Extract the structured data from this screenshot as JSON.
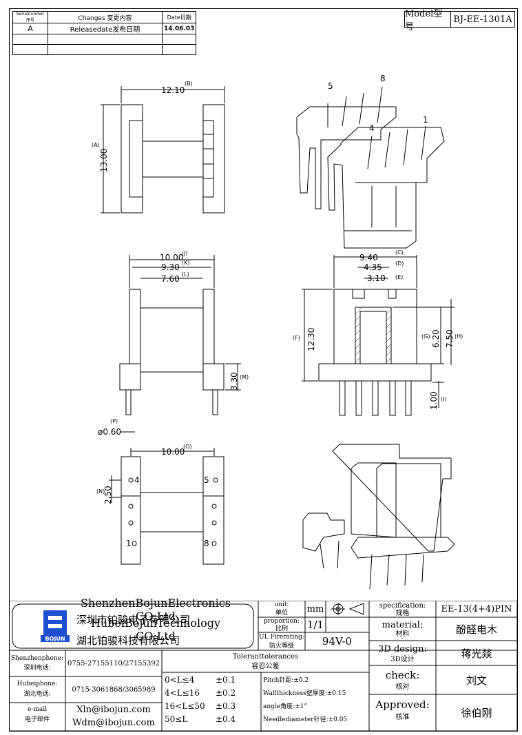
{
  "revision_table": {
    "headers": {
      "serial": "Serialnumber序号",
      "changes": "Changes 变更内容",
      "date": "Date日期"
    },
    "rows": [
      {
        "serial": "A",
        "changes": "Releasedate发布日期",
        "date": "14.06.03"
      }
    ]
  },
  "model": {
    "label": "Model型号",
    "value": "BJ-EE-1301A"
  },
  "top_view": {
    "width_value": "12.10",
    "width_tag": "(B)",
    "height_value": "13.00",
    "height_tag": "(A)"
  },
  "iso_view_1": {
    "pins": [
      "5",
      "8",
      "4",
      "1"
    ]
  },
  "side_view": {
    "dims": [
      {
        "value": "10.00",
        "tag": "(J)"
      },
      {
        "value": "9.30",
        "tag": "(K)"
      },
      {
        "value": "7.60",
        "tag": "(L)"
      },
      {
        "value": "3.30",
        "tag": "(M)"
      },
      {
        "value": "ø0.60",
        "tag": "(P)"
      }
    ]
  },
  "front_view": {
    "dims": [
      {
        "value": "9.40",
        "tag": "(C)"
      },
      {
        "value": "4.35",
        "tag": "(D)"
      },
      {
        "value": "3.10",
        "tag": "(E)"
      },
      {
        "value": "12.30",
        "tag": "(F)"
      },
      {
        "value": "6.20",
        "tag": "(G)"
      },
      {
        "value": "7.50",
        "tag": "(H)"
      },
      {
        "value": "1.00",
        "tag": "(I)"
      }
    ]
  },
  "bottom_view": {
    "width_value": "10.00",
    "width_tag": "(O)",
    "pitch_value": "2.50",
    "pitch_tag": "(N)",
    "pins_left": [
      "4",
      "",
      "",
      "1"
    ],
    "pins_right": [
      "5",
      "",
      "",
      "8"
    ]
  },
  "title_block": {
    "logo_text": "BOJUN",
    "company_lines": [
      "ShenzhenBojunElectronics CO;Ltd",
      "深圳市铂骏电子有限公司",
      "HubeiBojunTechnology CO;Ltd",
      "湖北铂骏科技有限公司"
    ],
    "unit_label": "unit:",
    "unit_cn": "单位",
    "unit_value": "mm",
    "proportion_label": "proportion:",
    "proportion_cn": "比例",
    "proportion_value": "1/1",
    "ul_label": "UL Firerating:",
    "ul_cn": "防火等级",
    "ul_value": "94V-0",
    "spec_label": "specification:",
    "spec_cn": "规格",
    "spec_value": "EE-13(4+4)PIN",
    "material_label": "material:",
    "material_cn": "材料",
    "material_value": "酚醛电木",
    "design_label": "3D design:",
    "design_cn": "3D设计",
    "design_value": "蒋光燚",
    "check_label": "check:",
    "check_cn": "核对",
    "check_value": "刘文",
    "approved_label": "Approved:",
    "approved_cn": "核准",
    "approved_value": "徐伯刚",
    "sz_phone_label": "Shenzhenphone:",
    "sz_phone_cn": "深圳电话:",
    "sz_phone_value": "0755-27155110/27155392",
    "hb_phone_label": "Hubeiphone:",
    "hb_phone_cn": "湖北电话:",
    "hb_phone_value": "0715-3061868/3065989",
    "email_label": "e-mail",
    "email_cn": "电子邮件",
    "email_values": [
      "Xln@ibojun.com",
      "Wdm@ibojun.com"
    ],
    "tol_title": "Toleranttolerances",
    "tol_cn": "容忍公差",
    "tol_rows": [
      {
        "range": "0<L≤4",
        "tol": "±0.1"
      },
      {
        "range": "4<L≤16",
        "tol": "±0.2"
      },
      {
        "range": "16<L≤50",
        "tol": "±0.3"
      },
      {
        "range": "50≤L",
        "tol": "±0.4"
      }
    ],
    "tol_notes": [
      "Pitch针距:±0.2",
      "Wallthickness壁厚度:±0.15",
      "angle角度:±1°",
      "Needlediameter针径:±0.05"
    ]
  }
}
